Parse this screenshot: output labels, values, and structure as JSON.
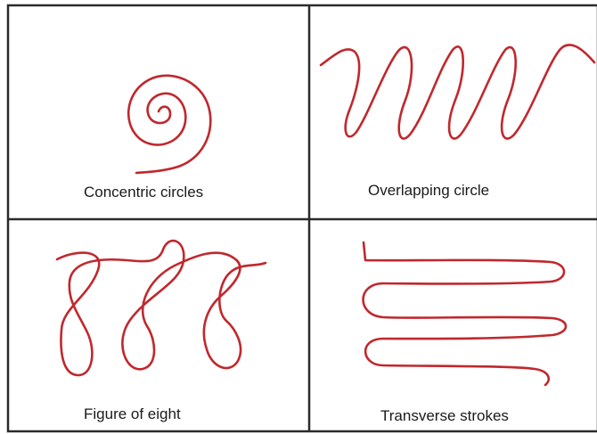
{
  "colors": {
    "stroke": "#c0282d",
    "border": "#2b2b2b",
    "text": "#1a1a1a",
    "background": "#ffffff"
  },
  "panels": [
    {
      "label": "Concentric circles",
      "pattern": "spiral"
    },
    {
      "label": "Overlapping circle",
      "pattern": "overlapping-loops"
    },
    {
      "label": "Figure of eight",
      "pattern": "figure-eight"
    },
    {
      "label": "Transverse strokes",
      "pattern": "zigzag-strokes"
    }
  ]
}
